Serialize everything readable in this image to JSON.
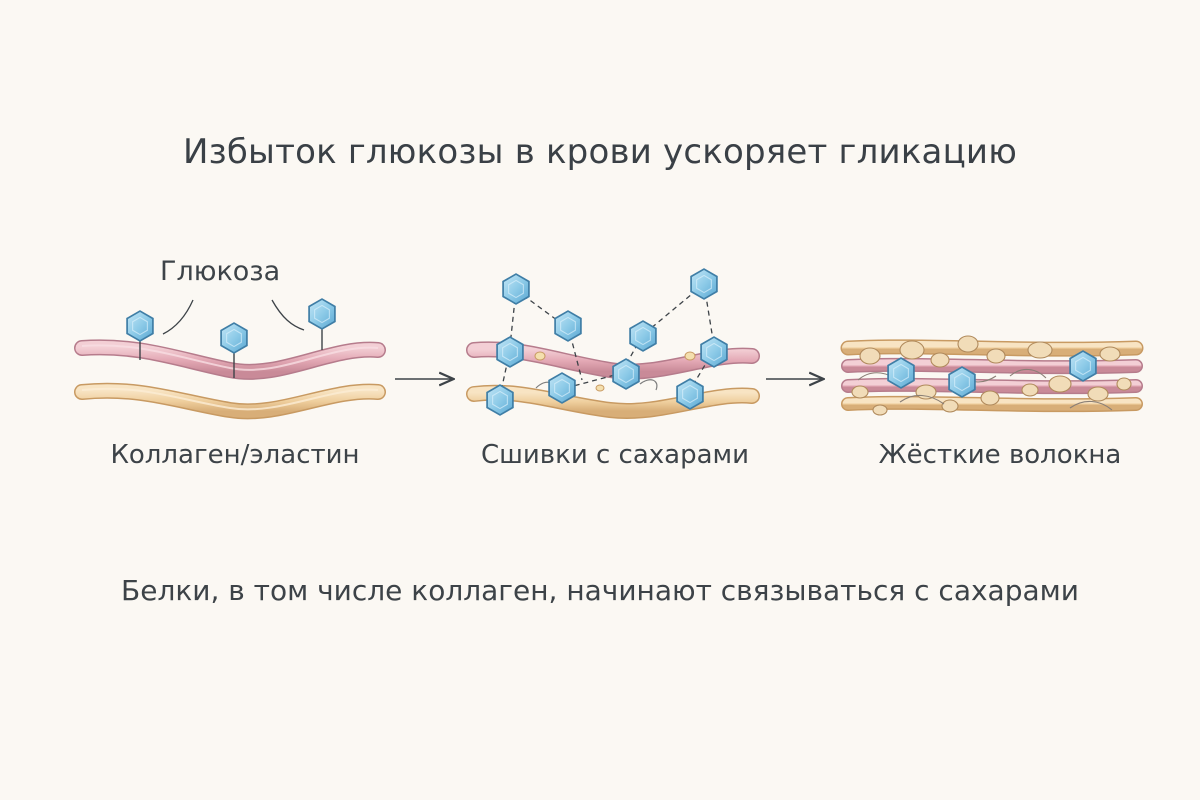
{
  "title": "Избыток глюкозы в крови ускоряет гликацию",
  "callout": "Глюкоза",
  "panels": [
    {
      "label": "Коллаген/эластин"
    },
    {
      "label": "Сшивки с сахарами"
    },
    {
      "label": "Жёсткие волокна"
    }
  ],
  "caption": "Белки, в том числе коллаген, начинают связываться с сахарами",
  "colors": {
    "background": "#fbf8f3",
    "collagen_fiber": "#e9b9c2",
    "elastin_fiber": "#f2d3a4",
    "glucose": "#8ecbe8",
    "glucose_stroke": "#3f7ea6",
    "text": "#3d4348"
  }
}
